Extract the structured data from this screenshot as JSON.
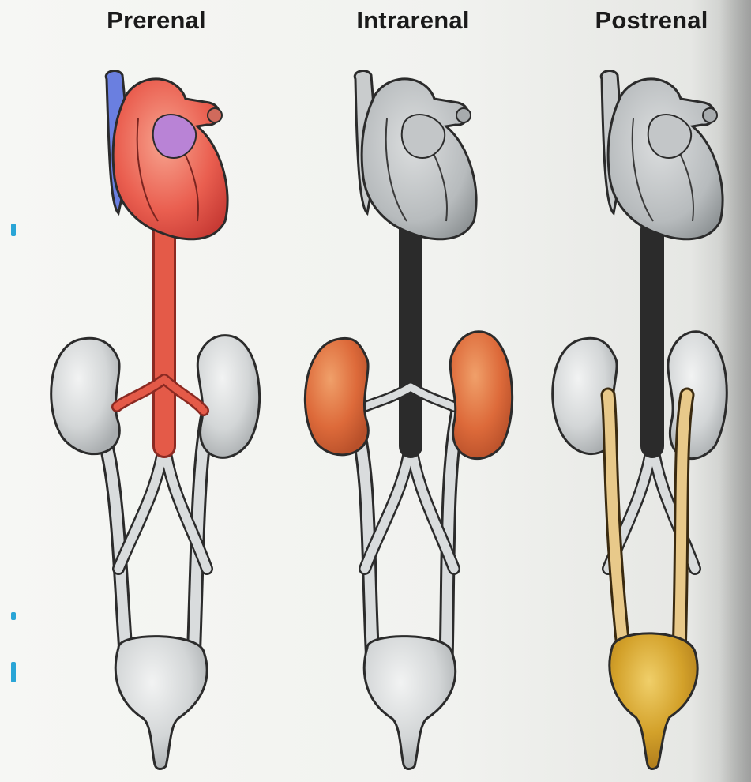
{
  "titles": {
    "prerenal": "Prerenal",
    "intrarenal": "Intrarenal",
    "postrenal": "Postrenal"
  },
  "colors": {
    "gray_organ": "#d7d9da",
    "gray_stroke": "#2b2b2b",
    "heart_red": "#e85c4f",
    "heart_vein_blue": "#6a7fe0",
    "aorta_red": "#e45a48",
    "kidney_orange": "#dd6a3a",
    "ureter_tan": "#e8c98a",
    "bladder_gold": "#c9961e",
    "margin_mark_blue": "#29a5d6"
  },
  "columns": [
    {
      "name": "Prerenal",
      "heart": "red-highlighted",
      "aorta": "red",
      "kidneys": "gray",
      "ureters": "gray",
      "bladder": "gray"
    },
    {
      "name": "Intrarenal",
      "heart": "gray",
      "aorta": "gray",
      "kidneys": "orange-highlighted",
      "ureters": "gray",
      "bladder": "gray"
    },
    {
      "name": "Postrenal",
      "heart": "gray",
      "aorta": "gray",
      "kidneys": "gray",
      "ureters": "tan-highlighted",
      "bladder": "gold-highlighted"
    }
  ]
}
